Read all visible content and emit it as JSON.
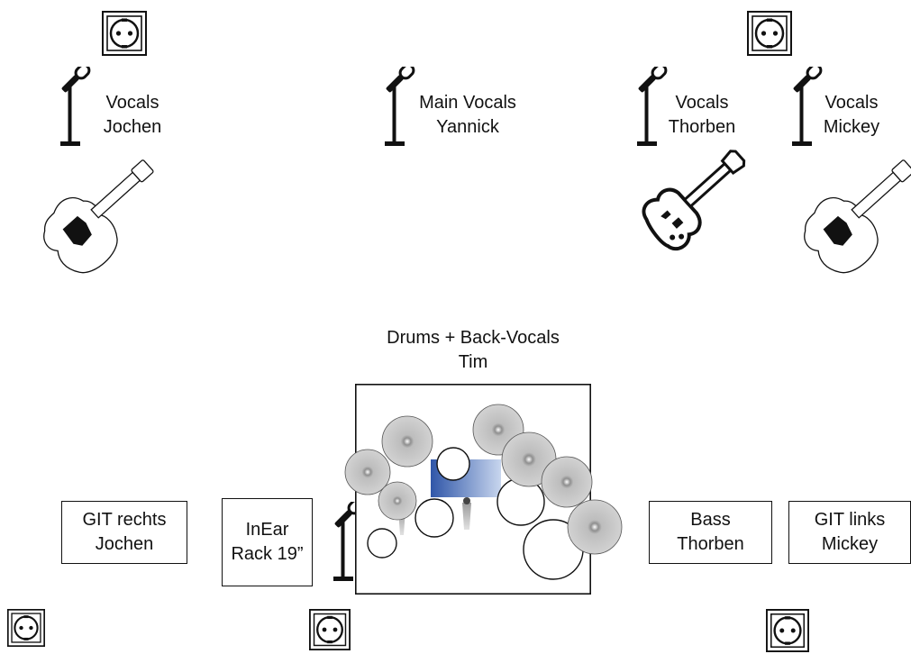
{
  "labels": {
    "vocals_jochen": {
      "line1": "Vocals",
      "line2": "Jochen"
    },
    "main_vocals_yannick": {
      "line1": "Main Vocals",
      "line2": "Yannick"
    },
    "vocals_thorben": {
      "line1": "Vocals",
      "line2": "Thorben"
    },
    "vocals_mickey": {
      "line1": "Vocals",
      "line2": "Mickey"
    },
    "drums": {
      "line1": "Drums + Back-Vocals",
      "line2": "Tim"
    }
  },
  "boxes": {
    "git_rechts": {
      "line1": "GIT rechts",
      "line2": "Jochen"
    },
    "inear_rack": {
      "line1": "InEar",
      "line2": "Rack 19”"
    },
    "bass_amp": {
      "line1": "Bass",
      "line2": "Thorben"
    },
    "git_links": {
      "line1": "GIT links",
      "line2": "Mickey"
    }
  },
  "icons": {
    "socket": "power-socket-icon",
    "microphone": "microphone-stand-icon",
    "electric_guitar": "electric-guitar-icon",
    "bass_guitar": "bass-guitar-icon",
    "drum_kit": "drum-kit-icon"
  },
  "colors": {
    "line": "#111111",
    "cymbal": "#c9c9c9",
    "cymbal_center": "#9a9a9a",
    "drum_pad_start": "#2f56a8",
    "drum_pad_end": "#c8d6ee"
  }
}
